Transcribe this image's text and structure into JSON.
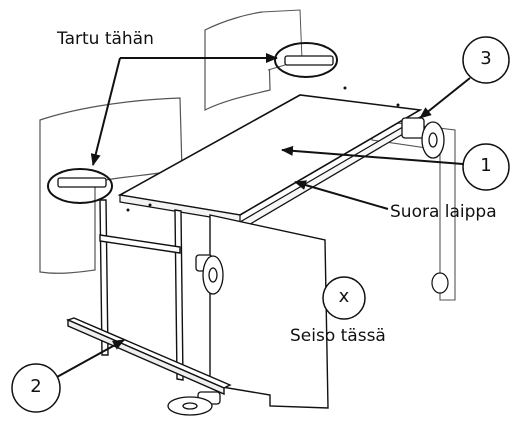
{
  "labels": {
    "grip": "Tartu tähän",
    "flat_flange": "Suora laippa",
    "stand_mark": "x",
    "stand_here": "Seiso tässä"
  },
  "callouts": {
    "one": "1",
    "two": "2",
    "three": "3"
  },
  "colors": {
    "line": "#111111",
    "panel_fill": "#ffffff",
    "panel_edge": "#555555",
    "background": "#ffffff"
  }
}
